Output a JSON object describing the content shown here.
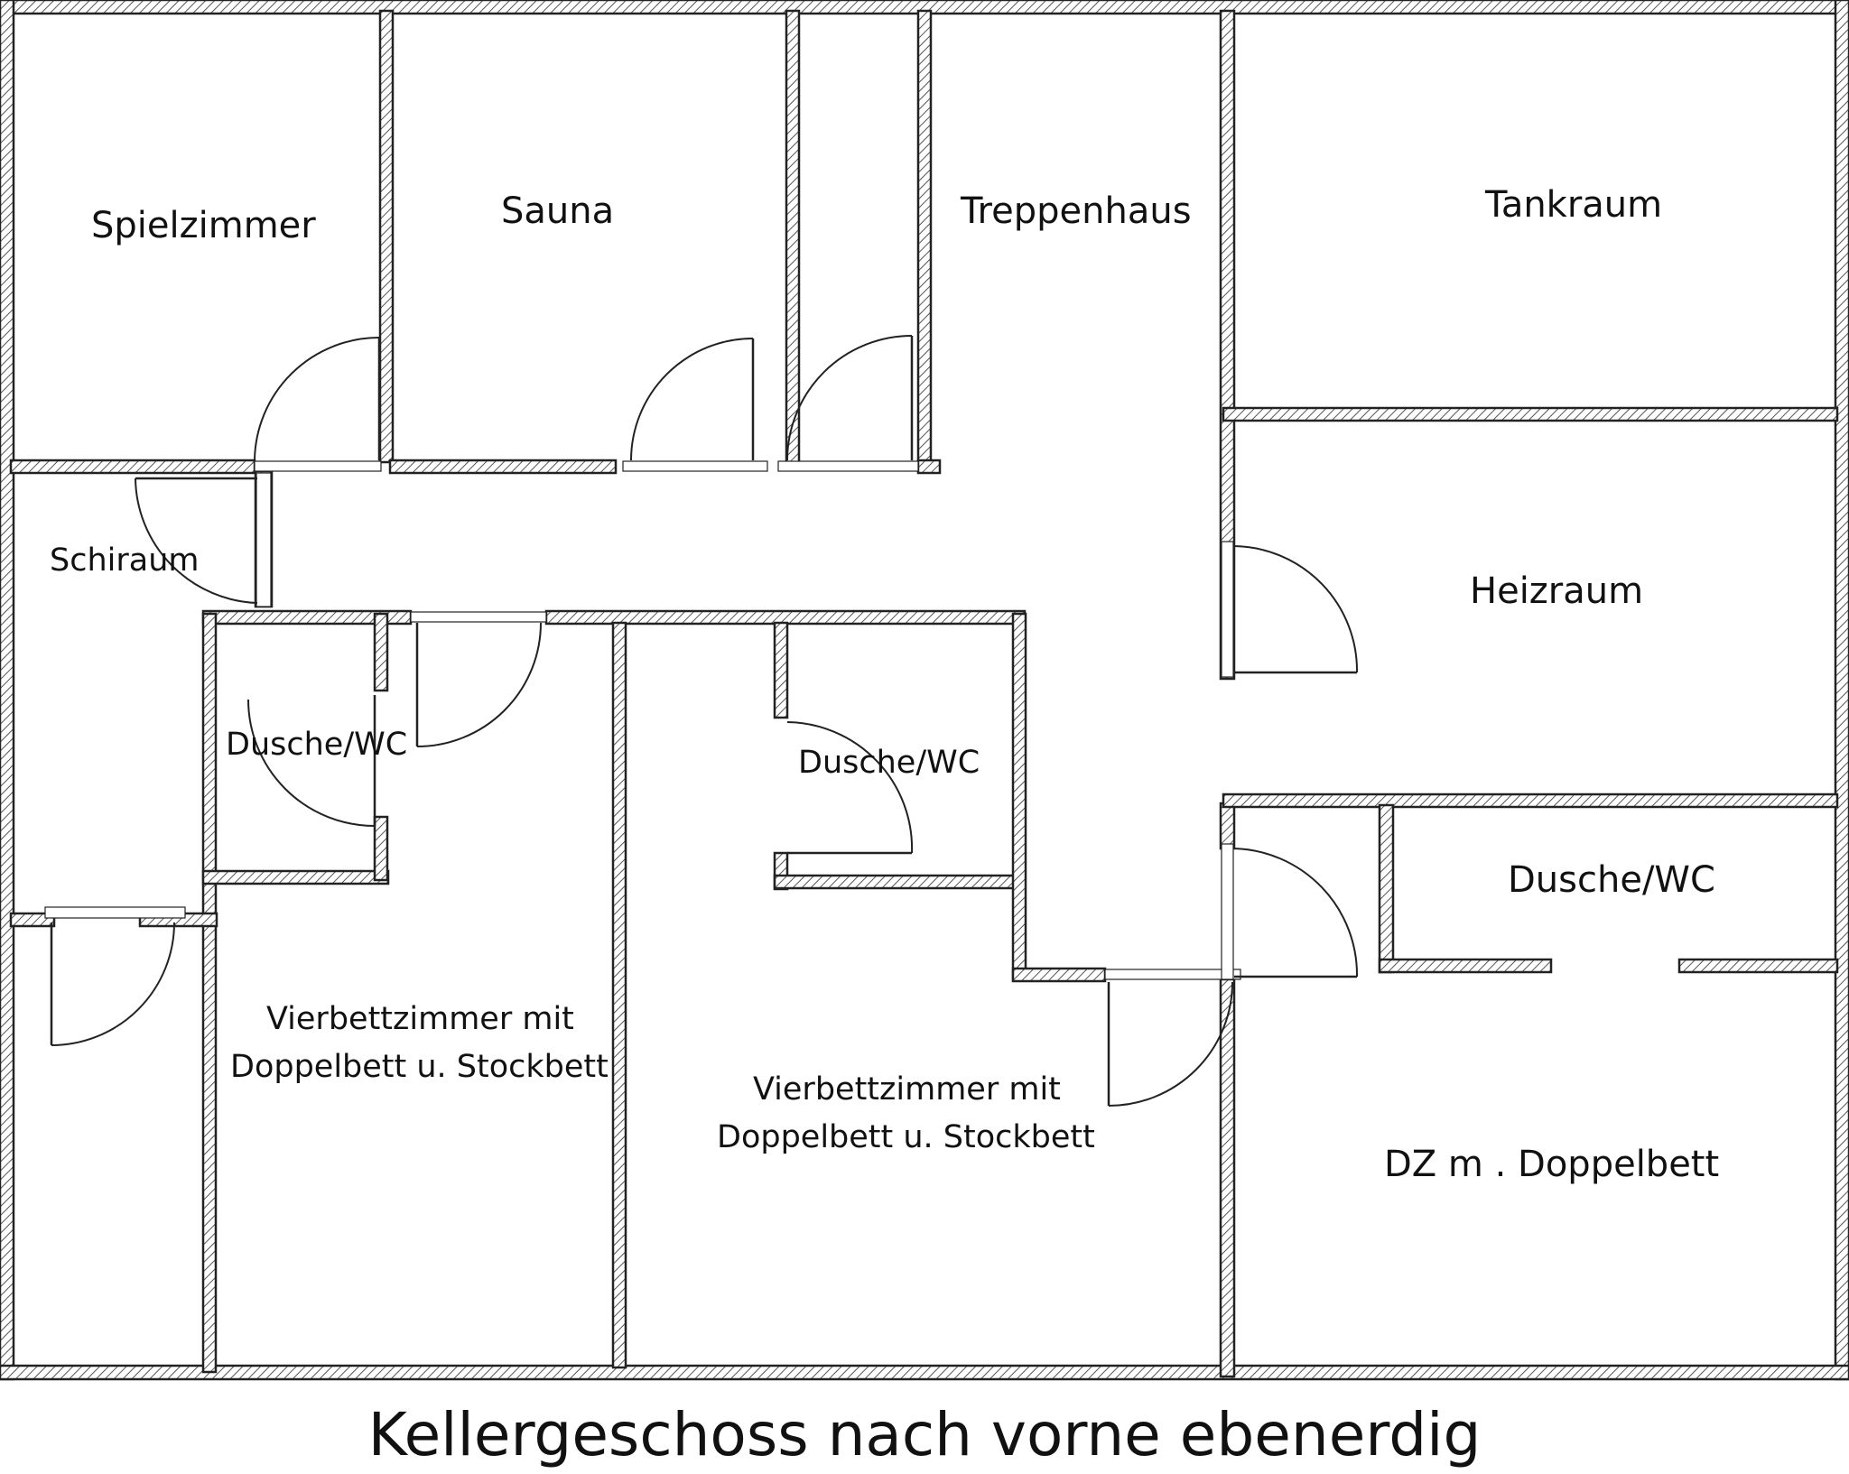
{
  "title": "Kellergeschoss nach vorne ebenerdig",
  "rooms": {
    "spielzimmer": "Spielzimmer",
    "sauna": "Sauna",
    "treppenhaus": "Treppenhaus",
    "tankraum": "Tankraum",
    "schiraum": "Schiraum",
    "heizraum": "Heizraum",
    "dusche_wc_1": "Dusche/WC",
    "dusche_wc_2": "Dusche/WC",
    "dusche_wc_3": "Dusche/WC",
    "vierbett_1_line1": "Vierbettzimmer mit",
    "vierbett_1_line2": "Doppelbett u. Stockbett",
    "vierbett_2_line1": "Vierbettzimmer mit",
    "vierbett_2_line2": "Doppelbett u. Stockbett",
    "dz": "DZ m . Doppelbett"
  }
}
